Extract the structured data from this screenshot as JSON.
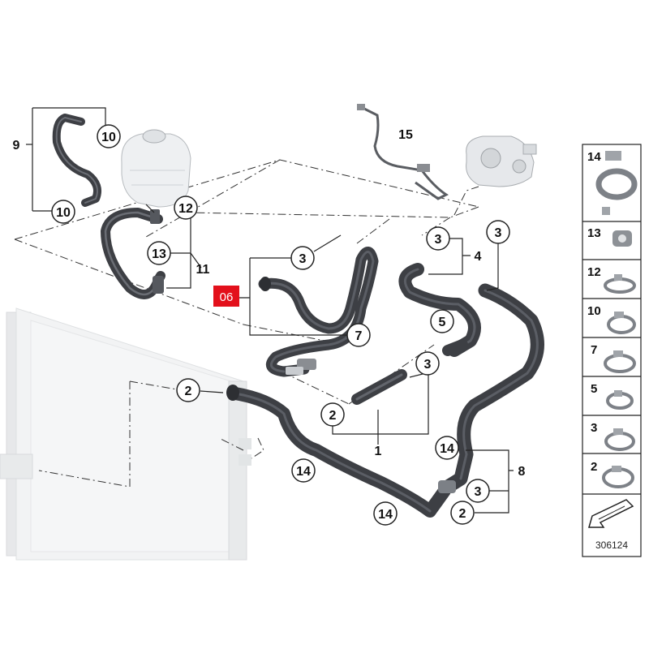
{
  "diagram": {
    "highlight_label": "06",
    "callouts": {
      "c_10_top": "10",
      "c_10_low": "10",
      "c_9": "9",
      "c_12": "12",
      "c_13": "13",
      "c_11": "11",
      "c_15": "15",
      "c_3_mid": "3",
      "c_7": "7",
      "c_3_r1": "3",
      "c_4": "4",
      "c_5": "5",
      "c_3_far": "3",
      "c_3_center": "3",
      "c_2_left": "2",
      "c_2_center": "2",
      "c_1": "1",
      "c_14_a": "14",
      "c_14_b": "14",
      "c_14_c": "14",
      "c_8": "8",
      "c_3_low": "3",
      "c_2_low": "2"
    },
    "legend": [
      "14",
      "13",
      "12",
      "10",
      "7",
      "5",
      "3",
      "2"
    ],
    "reference_number": "306124"
  },
  "colors": {
    "hose": "#3d3f44",
    "hose_highlight": "#5b5e65",
    "highlight_box": "#e3101b",
    "line": "#222222",
    "radiator": "#dde0e2"
  }
}
